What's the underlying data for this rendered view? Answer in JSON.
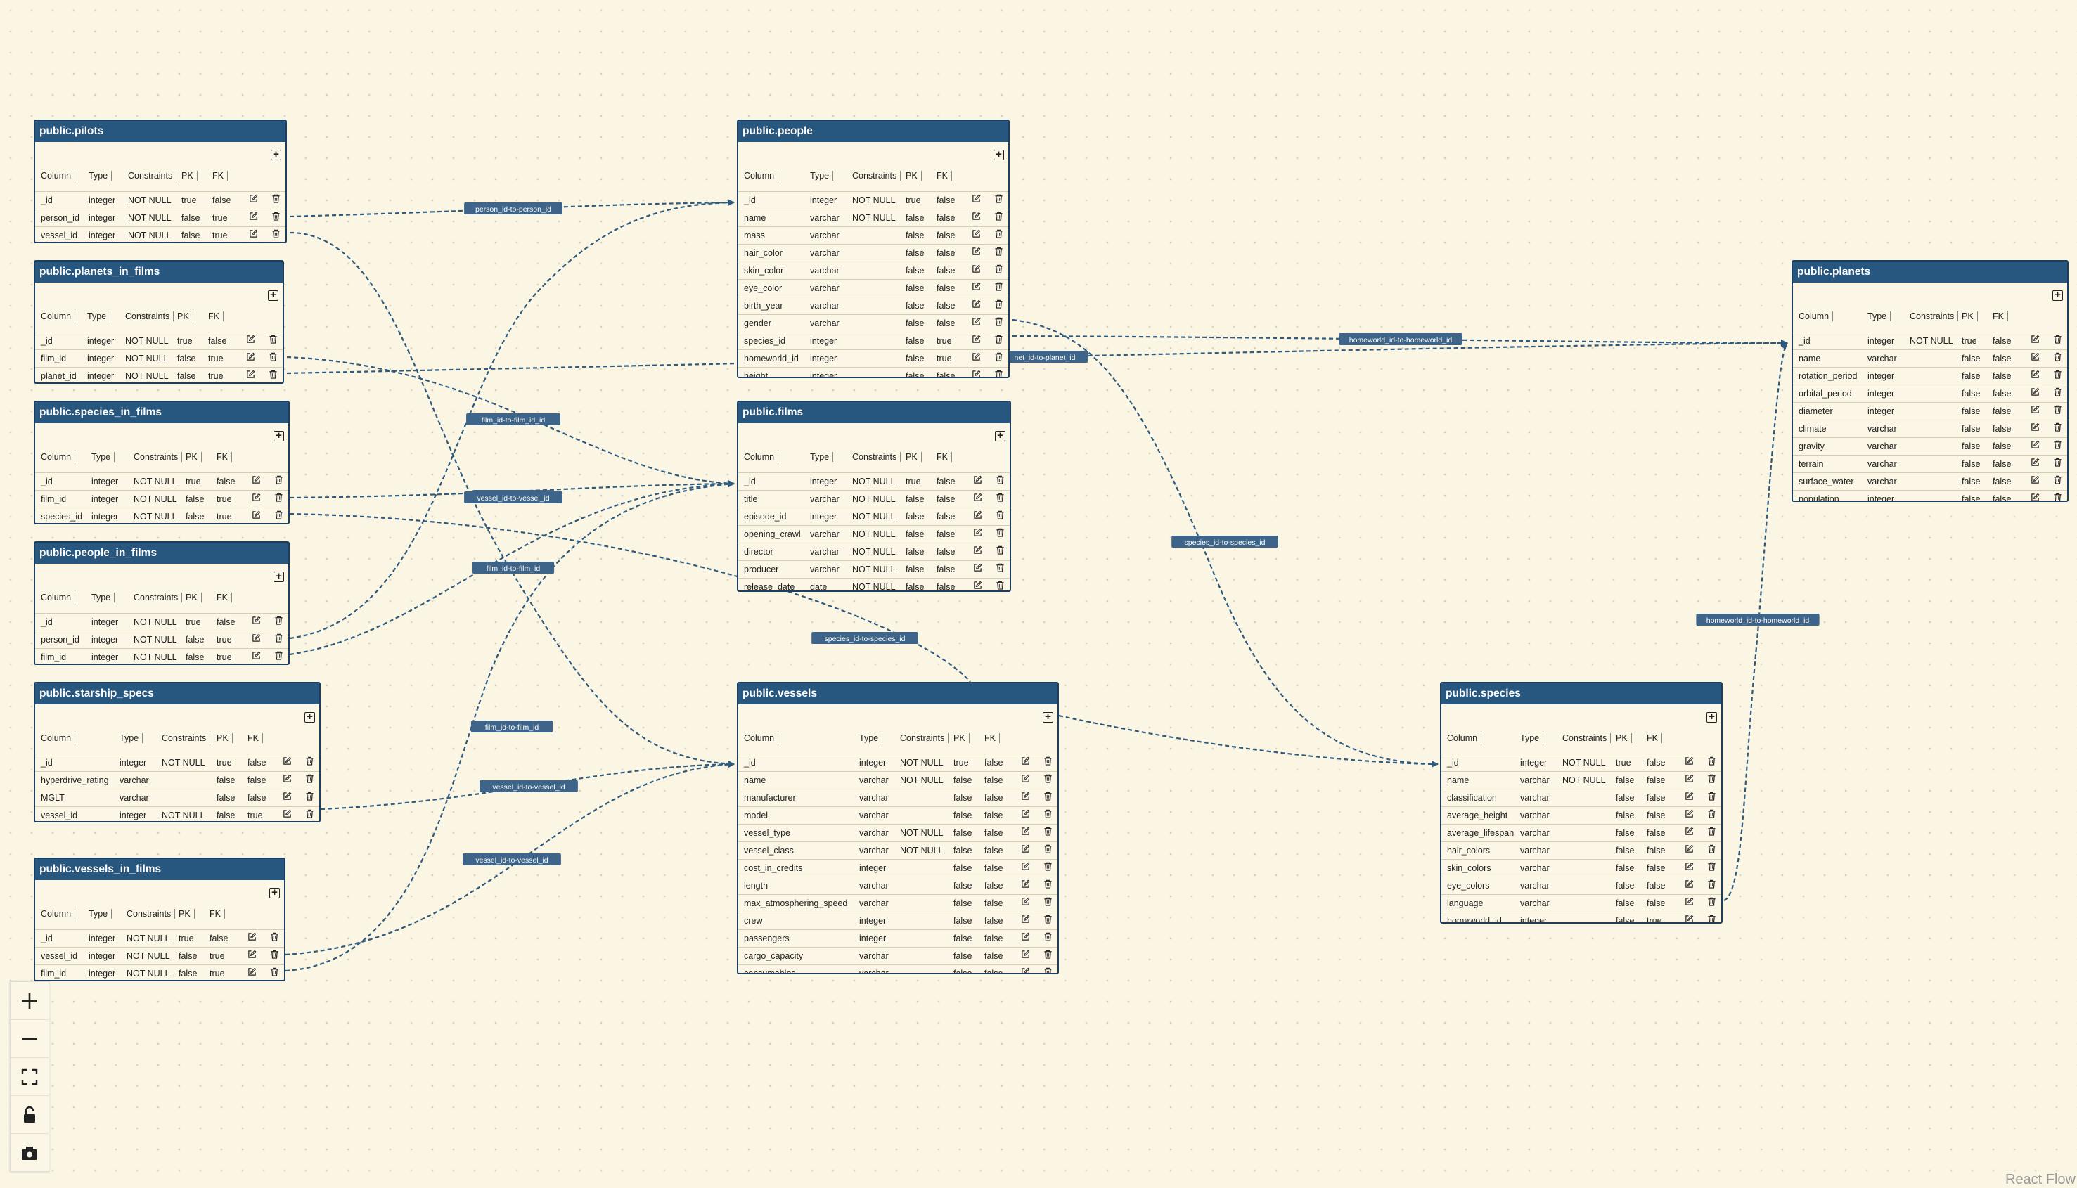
{
  "header_labels": {
    "column": "Column",
    "type": "Type",
    "constraints": "Constraints",
    "pk": "PK",
    "fk": "FK"
  },
  "tables": [
    {
      "id": "pilots",
      "title": "public.pilots",
      "rows": [
        [
          "_id",
          "integer",
          "NOT NULL",
          "true",
          "false"
        ],
        [
          "person_id",
          "integer",
          "NOT NULL",
          "false",
          "true"
        ],
        [
          "vessel_id",
          "integer",
          "NOT NULL",
          "false",
          "true"
        ]
      ]
    },
    {
      "id": "planets_in_films",
      "title": "public.planets_in_films",
      "rows": [
        [
          "_id",
          "integer",
          "NOT NULL",
          "true",
          "false"
        ],
        [
          "film_id",
          "integer",
          "NOT NULL",
          "false",
          "true"
        ],
        [
          "planet_id",
          "integer",
          "NOT NULL",
          "false",
          "true"
        ]
      ]
    },
    {
      "id": "species_in_films",
      "title": "public.species_in_films",
      "rows": [
        [
          "_id",
          "integer",
          "NOT NULL",
          "true",
          "false"
        ],
        [
          "film_id",
          "integer",
          "NOT NULL",
          "false",
          "true"
        ],
        [
          "species_id",
          "integer",
          "NOT NULL",
          "false",
          "true"
        ]
      ]
    },
    {
      "id": "people_in_films",
      "title": "public.people_in_films",
      "rows": [
        [
          "_id",
          "integer",
          "NOT NULL",
          "true",
          "false"
        ],
        [
          "person_id",
          "integer",
          "NOT NULL",
          "false",
          "true"
        ],
        [
          "film_id",
          "integer",
          "NOT NULL",
          "false",
          "true"
        ]
      ]
    },
    {
      "id": "starship_specs",
      "title": "public.starship_specs",
      "rows": [
        [
          "_id",
          "integer",
          "NOT NULL",
          "true",
          "false"
        ],
        [
          "hyperdrive_rating",
          "varchar",
          "",
          "false",
          "false"
        ],
        [
          "MGLT",
          "varchar",
          "",
          "false",
          "false"
        ],
        [
          "vessel_id",
          "integer",
          "NOT NULL",
          "false",
          "true"
        ]
      ]
    },
    {
      "id": "vessels_in_films",
      "title": "public.vessels_in_films",
      "rows": [
        [
          "_id",
          "integer",
          "NOT NULL",
          "true",
          "false"
        ],
        [
          "vessel_id",
          "integer",
          "NOT NULL",
          "false",
          "true"
        ],
        [
          "film_id",
          "integer",
          "NOT NULL",
          "false",
          "true"
        ]
      ]
    },
    {
      "id": "people",
      "title": "public.people",
      "rows": [
        [
          "_id",
          "integer",
          "NOT NULL",
          "true",
          "false"
        ],
        [
          "name",
          "varchar",
          "NOT NULL",
          "false",
          "false"
        ],
        [
          "mass",
          "varchar",
          "",
          "false",
          "false"
        ],
        [
          "hair_color",
          "varchar",
          "",
          "false",
          "false"
        ],
        [
          "skin_color",
          "varchar",
          "",
          "false",
          "false"
        ],
        [
          "eye_color",
          "varchar",
          "",
          "false",
          "false"
        ],
        [
          "birth_year",
          "varchar",
          "",
          "false",
          "false"
        ],
        [
          "gender",
          "varchar",
          "",
          "false",
          "false"
        ],
        [
          "species_id",
          "integer",
          "",
          "false",
          "true"
        ],
        [
          "homeworld_id",
          "integer",
          "",
          "false",
          "true"
        ],
        [
          "height",
          "integer",
          "",
          "false",
          "false"
        ]
      ]
    },
    {
      "id": "films",
      "title": "public.films",
      "rows": [
        [
          "_id",
          "integer",
          "NOT NULL",
          "true",
          "false"
        ],
        [
          "title",
          "varchar",
          "NOT NULL",
          "false",
          "false"
        ],
        [
          "episode_id",
          "integer",
          "NOT NULL",
          "false",
          "false"
        ],
        [
          "opening_crawl",
          "varchar",
          "NOT NULL",
          "false",
          "false"
        ],
        [
          "director",
          "varchar",
          "NOT NULL",
          "false",
          "false"
        ],
        [
          "producer",
          "varchar",
          "NOT NULL",
          "false",
          "false"
        ],
        [
          "release_date",
          "date",
          "NOT NULL",
          "false",
          "false"
        ]
      ]
    },
    {
      "id": "vessels",
      "title": "public.vessels",
      "rows": [
        [
          "_id",
          "integer",
          "NOT NULL",
          "true",
          "false"
        ],
        [
          "name",
          "varchar",
          "NOT NULL",
          "false",
          "false"
        ],
        [
          "manufacturer",
          "varchar",
          "",
          "false",
          "false"
        ],
        [
          "model",
          "varchar",
          "",
          "false",
          "false"
        ],
        [
          "vessel_type",
          "varchar",
          "NOT NULL",
          "false",
          "false"
        ],
        [
          "vessel_class",
          "varchar",
          "NOT NULL",
          "false",
          "false"
        ],
        [
          "cost_in_credits",
          "integer",
          "",
          "false",
          "false"
        ],
        [
          "length",
          "varchar",
          "",
          "false",
          "false"
        ],
        [
          "max_atmosphering_speed",
          "varchar",
          "",
          "false",
          "false"
        ],
        [
          "crew",
          "integer",
          "",
          "false",
          "false"
        ],
        [
          "passengers",
          "integer",
          "",
          "false",
          "false"
        ],
        [
          "cargo_capacity",
          "varchar",
          "",
          "false",
          "false"
        ],
        [
          "consumables",
          "varchar",
          "",
          "false",
          "false"
        ]
      ]
    },
    {
      "id": "species",
      "title": "public.species",
      "rows": [
        [
          "_id",
          "integer",
          "NOT NULL",
          "true",
          "false"
        ],
        [
          "name",
          "varchar",
          "NOT NULL",
          "false",
          "false"
        ],
        [
          "classification",
          "varchar",
          "",
          "false",
          "false"
        ],
        [
          "average_height",
          "varchar",
          "",
          "false",
          "false"
        ],
        [
          "average_lifespan",
          "varchar",
          "",
          "false",
          "false"
        ],
        [
          "hair_colors",
          "varchar",
          "",
          "false",
          "false"
        ],
        [
          "skin_colors",
          "varchar",
          "",
          "false",
          "false"
        ],
        [
          "eye_colors",
          "varchar",
          "",
          "false",
          "false"
        ],
        [
          "language",
          "varchar",
          "",
          "false",
          "false"
        ],
        [
          "homeworld_id",
          "integer",
          "",
          "false",
          "true"
        ]
      ]
    },
    {
      "id": "planets",
      "title": "public.planets",
      "rows": [
        [
          "_id",
          "integer",
          "NOT NULL",
          "true",
          "false"
        ],
        [
          "name",
          "varchar",
          "",
          "false",
          "false"
        ],
        [
          "rotation_period",
          "integer",
          "",
          "false",
          "false"
        ],
        [
          "orbital_period",
          "integer",
          "",
          "false",
          "false"
        ],
        [
          "diameter",
          "integer",
          "",
          "false",
          "false"
        ],
        [
          "climate",
          "varchar",
          "",
          "false",
          "false"
        ],
        [
          "gravity",
          "varchar",
          "",
          "false",
          "false"
        ],
        [
          "terrain",
          "varchar",
          "",
          "false",
          "false"
        ],
        [
          "surface_water",
          "varchar",
          "",
          "false",
          "false"
        ],
        [
          "population",
          "integer",
          "",
          "false",
          "false"
        ]
      ]
    }
  ],
  "edge_labels": {
    "person_pilots": "person_id-to-person_id",
    "planet_pif": "net_id-to-planet_id",
    "film_pif": "film_id-to-film_id_id",
    "film_sif": "film_id-to-film_id",
    "vessel_pilots": "vessel_id-to-vessel_id",
    "film_peif": "film_id-to-film_id",
    "species_people": "species_id-to-species_id",
    "species_sif": "species_id-to-species_id",
    "homeworld_people": "homeworld_id-to-homeworld_id",
    "homeworld_species": "homeworld_id-to-homeworld_id",
    "film_vif": "film_id-to-film_id",
    "vessel_ss": "vessel_id-to-vessel_id",
    "vessel_vif": "vessel_id-to-vessel_id"
  },
  "controls": [
    "zoom-in",
    "zoom-out",
    "fit-view",
    "toggle-lock",
    "screenshot"
  ],
  "attribution": "React Flow"
}
